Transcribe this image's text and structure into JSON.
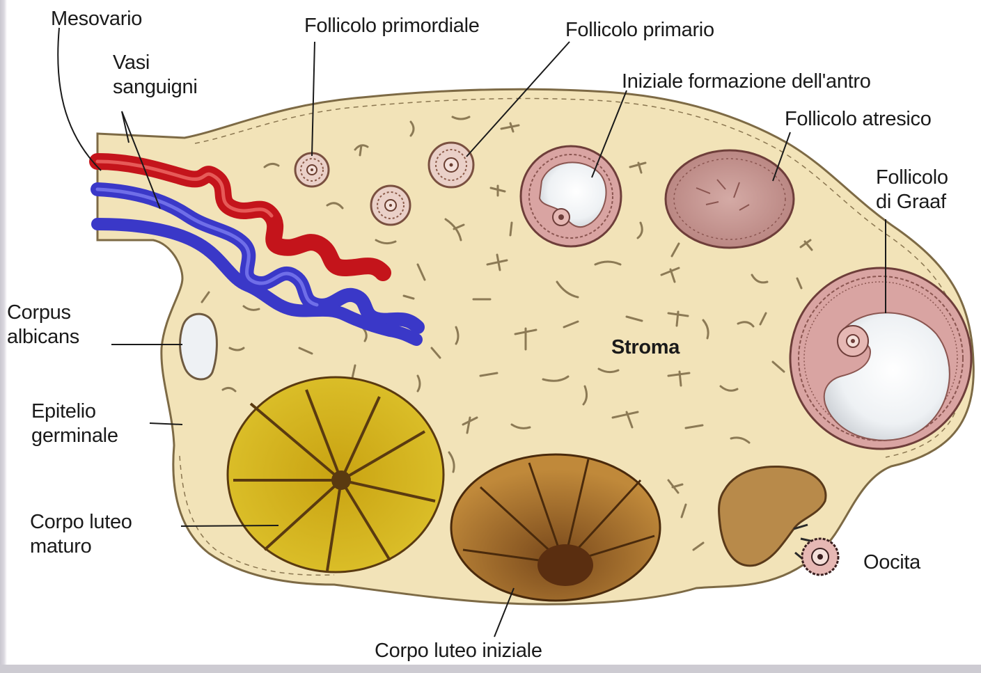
{
  "labels": {
    "mesovario": "Mesovario",
    "vasi": "Vasi\nsanguigni",
    "primordiale": "Follicolo primordiale",
    "primario": "Follicolo primario",
    "antro": "Iniziale formazione dell'antro",
    "atresico": "Follicolo atresico",
    "graaf": "Follicolo\ndi Graaf",
    "albicans": "Corpus\nalbicans",
    "epitelio": "Epitelio\ngerminale",
    "maturo": "Corpo luteo\nmaturo",
    "stroma": "Stroma",
    "oocita": "Oocita",
    "iniziale": "Corpo luteo iniziale"
  },
  "colors": {
    "stroma": "#f2e3b8",
    "artery": "#c4141b",
    "vein": "#3a38c8",
    "corpus_luteum_mature": "#d9b81a",
    "corpus_luteum_initial": "#b27a26",
    "atretic_follicle": "#c79a92",
    "follicle_pink": "#d9a4a2"
  }
}
